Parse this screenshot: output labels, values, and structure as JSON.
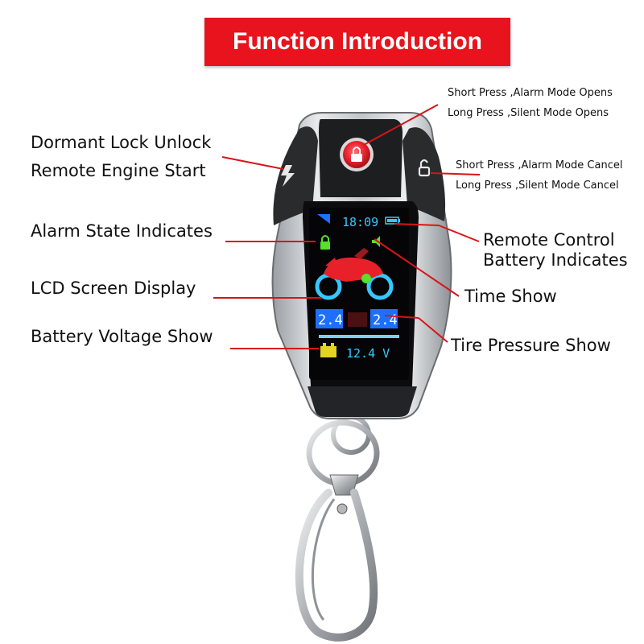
{
  "banner": {
    "title": "Function Introduction"
  },
  "top_right": {
    "line1": "Short Press ,Alarm Mode Opens",
    "line2": "Long Press ,Silent Mode Opens"
  },
  "mid_right": {
    "line1": "Short Press ,Alarm Mode Cancel",
    "line2": "Long Press ,Silent Mode Cancel"
  },
  "left_labels": {
    "dormant": "Dormant Lock Unlock",
    "remote_start": "Remote Engine Start",
    "alarm_state": "Alarm State Indicates",
    "lcd": "LCD Screen Display",
    "battery_voltage": "Battery Voltage Show"
  },
  "right_labels": {
    "remote_battery_1": "Remote Control",
    "remote_battery_2": "Battery Indicates",
    "time": "Time Show",
    "tire": "Tire Pressure Show"
  },
  "lcd": {
    "time": "18:09",
    "tire_left": "2.4",
    "tire_right": "2.4",
    "voltage": "12.4 V"
  },
  "colors": {
    "banner": "#e8131c",
    "leader": "#d81418",
    "lcd_cyan": "#35c8ff",
    "lcd_blue": "#1e6fff",
    "lcd_green": "#54e02c",
    "moto_red": "#e8202a"
  }
}
